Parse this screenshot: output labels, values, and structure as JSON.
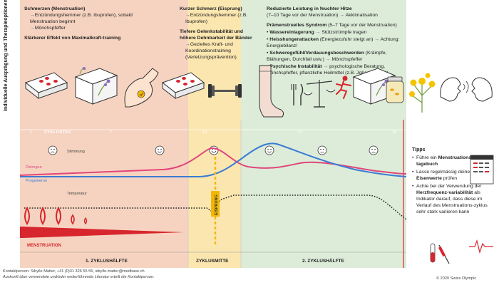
{
  "sidebar": {
    "title": "Individuelle Ausprägung und Therapieoptionen"
  },
  "columns": {
    "phase1": {
      "heading1": "Schmerzen (Menstruation)",
      "item1": "Entzündungshemmer (z.B. Ibuprofen), sobald Menstruation beginnt",
      "item2": "Mönchspfeffer",
      "heading2": "Stärkerer Effekt von Maximalkraft-training"
    },
    "phase2": {
      "heading1": "Kurzer Schmerz (Eisprung)",
      "item1": "Entzündungshemmer (z.B. Ibuprofen)",
      "heading2": "Tiefere Gelenkstabilität und höhere Dehnbarkeit der Bänder",
      "item2": "Gezieltes Kraft- und Koordinationstraining (Verletzungsprävention)"
    },
    "phase3": {
      "heading1": "Reduzierte Leistung in feuchter Hitze",
      "heading1_sub": "(7–10 Tage vor der Menstruation)",
      "heading1_item": "Akklimatisation",
      "heading2": "Prämenstruelles Syndrom",
      "heading2_sub": "(5–7 Tage vor der Menstruation)",
      "rows": [
        {
          "label": "Wassereinlagerung",
          "value": "Stützstrümpfe tragen"
        },
        {
          "label": "Heisshungerattacken",
          "sub": "(Energiezufuhr steigt an)",
          "value": "Achtung: Energiebilanz!"
        },
        {
          "label": "Schweregefühl/Verdauungsbeschwerden",
          "sub": "(Krämpfe, Blähungen, Durchfall usw.)",
          "value": "Mönchspfeffer"
        },
        {
          "label": "Psychische Instabilität",
          "value": "psychologische Beratung, Mönchspfeffer, pflanzliche Heilmittel (z.B. Johanniskraut)"
        }
      ]
    }
  },
  "chart": {
    "day_label": "ZYKLUSTAG",
    "day_ticks": [
      "1",
      "7",
      "14",
      "21",
      "28"
    ],
    "mood_label": "Stimmung",
    "estrogen_label": "Östrogen",
    "progesterone_label": "Progesteron",
    "temperature_label": "Temperatur",
    "ovulation_label": "EISPRUNG",
    "menstruation_label": "MENSTRUATION",
    "phase_labels": [
      "1. ZYKLUSHÄLFTE",
      "ZYKLUSMITTE",
      "2. ZYKLUSHÄLFTE"
    ],
    "estrogen_color": "#e0457b",
    "progesterone_color": "#3a7bd5",
    "menstruation_color": "#d7262e",
    "ovulation_color": "#f2b705"
  },
  "tips": {
    "title": "Tipps",
    "items": [
      {
        "pre": "Führe ein ",
        "bold": "Menstruations-tagebuch",
        "post": ""
      },
      {
        "pre": "Lasse regelmässig deine ",
        "bold": "Eisenwerte",
        "post": " prüfen"
      },
      {
        "pre": "Achte bei der Verwendung der ",
        "bold": "Herzfrequenz-variabilität",
        "post": " als Indikator darauf, dass diese im Verlauf des Menstruations-zyklus sehr stark variieren kann"
      }
    ]
  },
  "footer": {
    "contact": "Kontaktperson: Sibylle Matter, +41 (0)31 326 55 55, sibylle.matter@medbase.ch",
    "note": "Auskunft über verwendete und/oder weiterführende Literatur erteilt die Kontaktperson.",
    "copyright": "© 2020 Swiss Olympic"
  }
}
